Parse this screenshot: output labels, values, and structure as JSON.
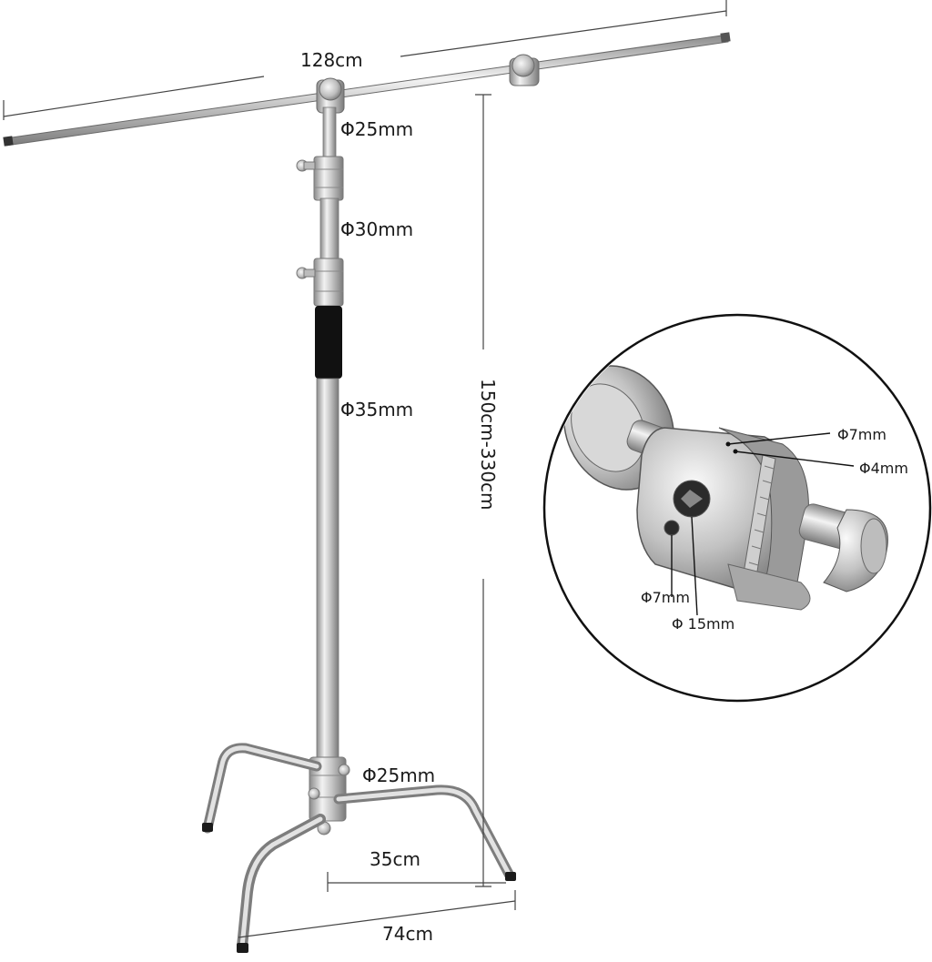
{
  "dimensions": {
    "boom_length": "128cm",
    "boom_tube_diameter": "Φ25mm",
    "upper_tube_diameter": "Φ30mm",
    "lower_tube_diameter": "Φ35mm",
    "height_range": "150cm-330cm",
    "leg_tube_diameter": "Φ25mm",
    "leg_length": "35cm",
    "base_span": "74cm"
  },
  "inset": {
    "hole_top": "Φ7mm",
    "pin_diameter": "Φ4mm",
    "hole_side": "Φ7mm",
    "center_hole": "Φ 15mm"
  },
  "colors": {
    "chrome_light": "#e6e6e6",
    "chrome_mid": "#b4b4b4",
    "chrome_dark": "#7a7a7a",
    "grip": "#111111",
    "line": "#333333"
  }
}
